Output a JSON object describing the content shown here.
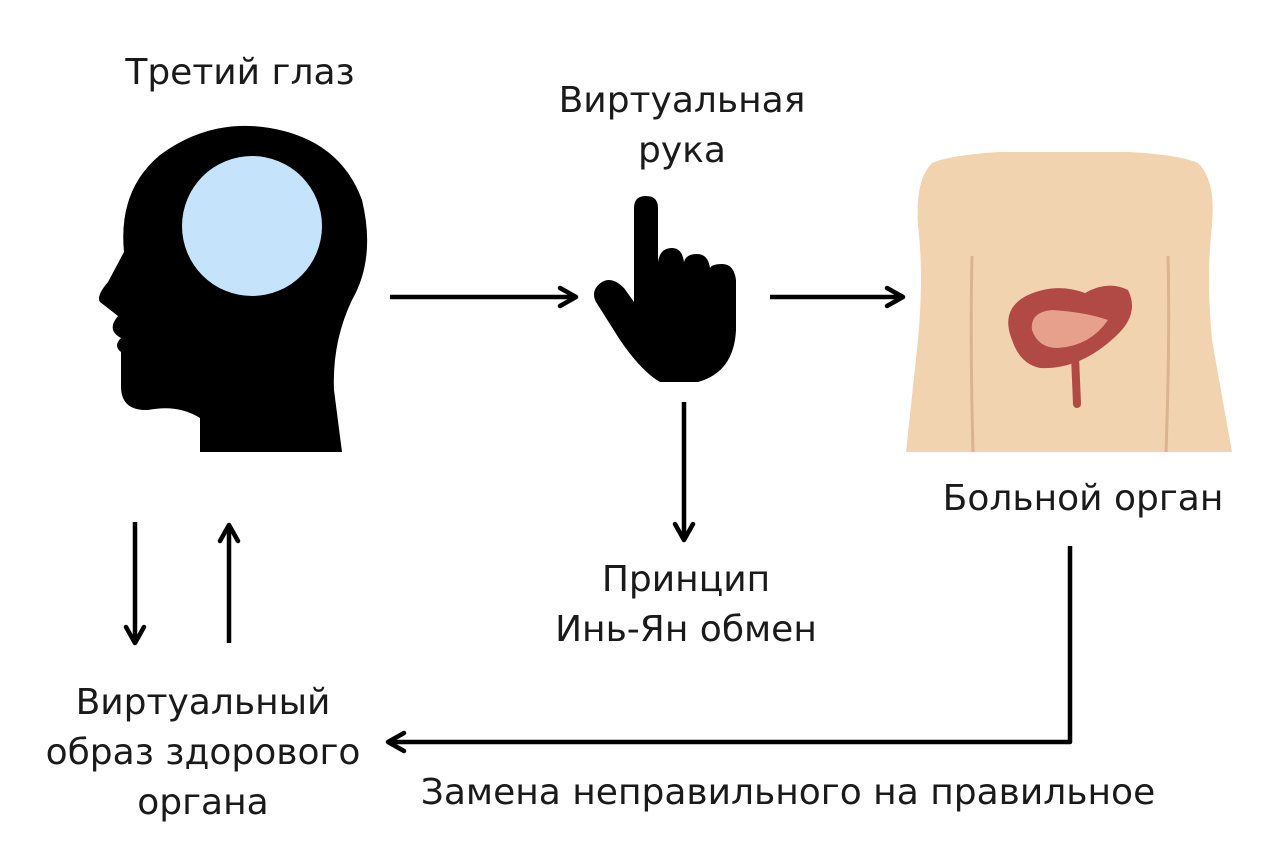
{
  "labels": {
    "third_eye": "Третий глаз",
    "virtual_hand": [
      "Виртуальная",
      "рука"
    ],
    "sick_organ": "Больной орган",
    "principle": [
      "Принцип",
      "Инь-Ян обмен"
    ],
    "virtual_image": [
      "Виртуальный",
      "образ здорового",
      "органа"
    ],
    "replacement": "Замена неправильного на правильное"
  },
  "colors": {
    "ink": "#000000",
    "third_eye_circle": "#c5e4fb",
    "skin": "#f2d3b0",
    "skin_line": "#d9b48e",
    "organ": "#b14a45",
    "organ_inner": "#e6a08c"
  }
}
